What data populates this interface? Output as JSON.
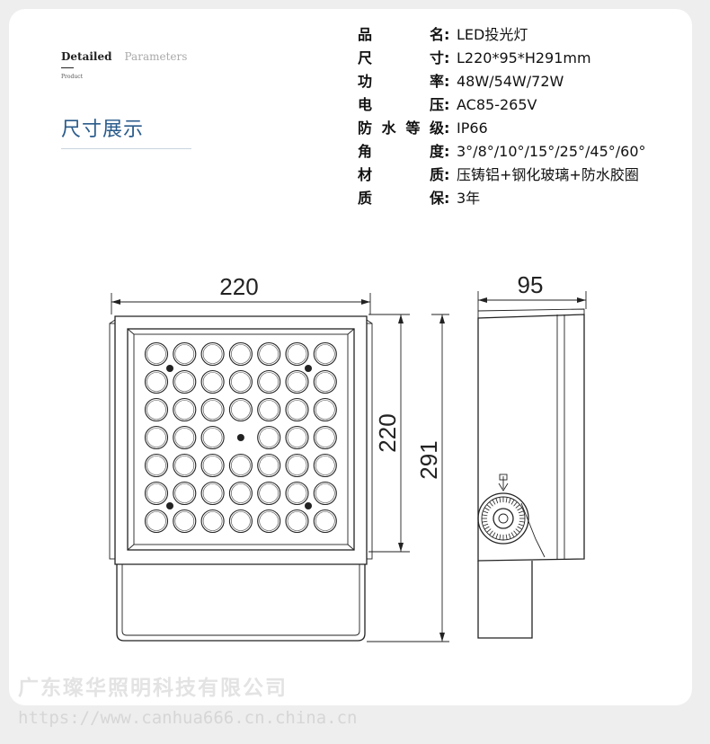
{
  "header": {
    "detailed": "Detailed",
    "parameters": "Parameters",
    "product": "Product",
    "title_cn": "尺寸展示"
  },
  "specs": [
    {
      "label": "品名",
      "value": "LED投光灯"
    },
    {
      "label": "尺寸",
      "value": "L220*95*H291mm"
    },
    {
      "label": "功率",
      "value": "48W/54W/72W"
    },
    {
      "label": "电压",
      "value": "AC85-265V"
    },
    {
      "label": "防水等级",
      "value": "IP66"
    },
    {
      "label": "角度",
      "value": "3°/8°/10°/15°/25°/45°/60°"
    },
    {
      "label": "材质",
      "value": "压铸铝+钢化玻璃+防水胶圈"
    },
    {
      "label": "质保",
      "value": "3年"
    }
  ],
  "dimensions": {
    "width": "220",
    "depth": "95",
    "body_height": "220",
    "total_height": "291"
  },
  "led_grid": {
    "rows": 7,
    "cols": 7
  },
  "watermark": {
    "brand_cn": "广东璨华照明科技有限公司",
    "url": "https://www.canhua666.cn.china.cn"
  }
}
